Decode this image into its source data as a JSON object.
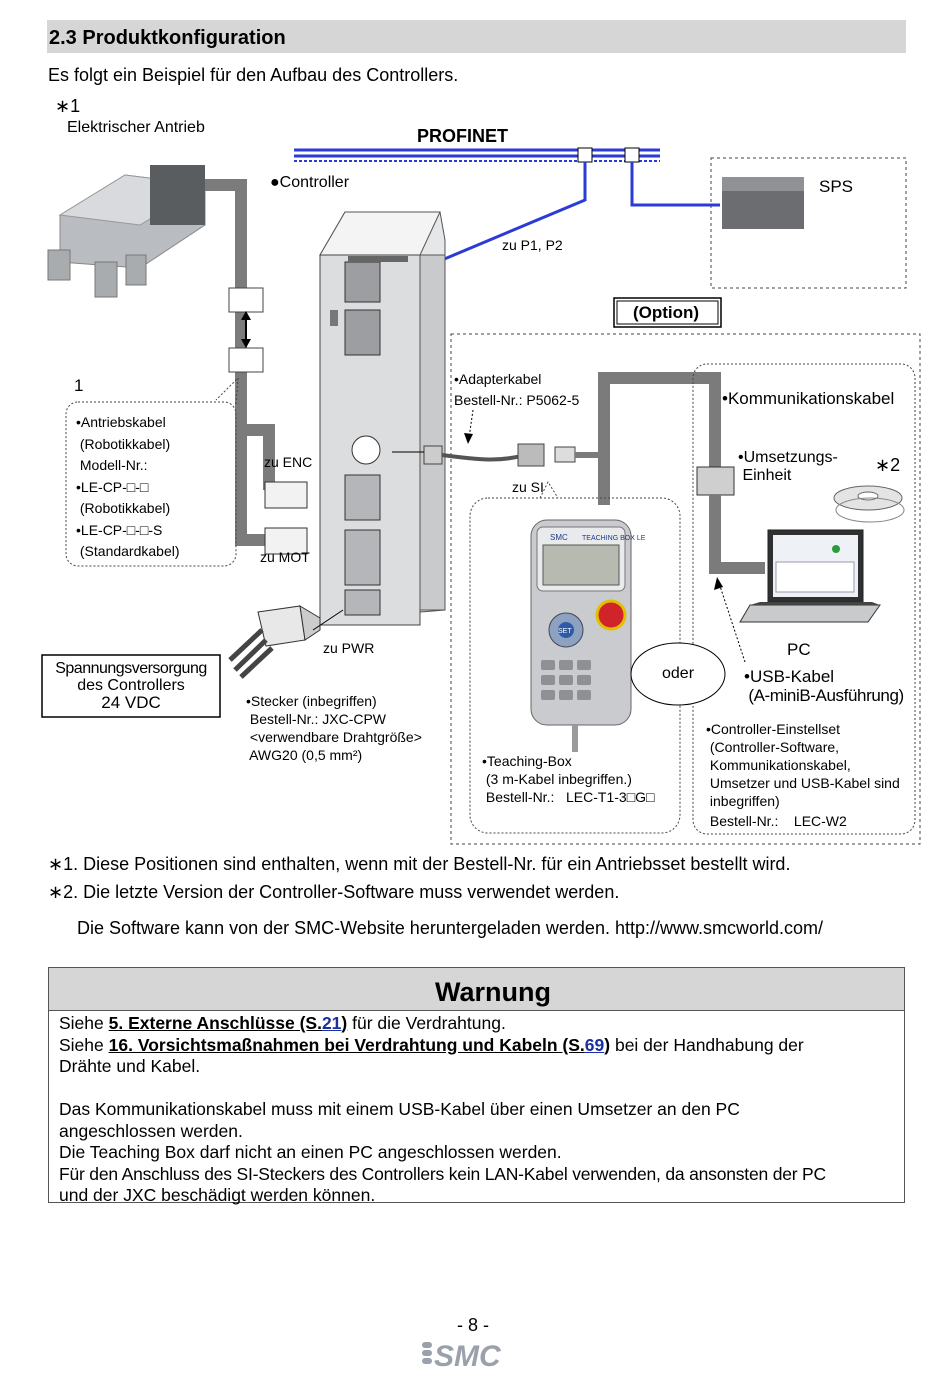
{
  "section": {
    "title": "2.3 Produktkonfiguration"
  },
  "intro": "Es folgt ein Beispiel für den Aufbau des Controllers.",
  "diagram": {
    "actuator_mark": "∗1",
    "actuator_label": "Elektrischer Antrieb",
    "network_label": "PROFINET",
    "controller_label": "●Controller",
    "plc_label": "SPS",
    "port_p1p2": "zu P1, P2",
    "option_label": "(Option)",
    "note_one": "1",
    "drive_cable_lines": [
      "•Antriebskabel",
      " (Robotikkabel)",
      " Modell-Nr.:",
      "•LE-CP-□-□",
      " (Robotikkabel)",
      "•LE-CP-□-□-S",
      " (Standardkabel)"
    ],
    "port_enc": "zu ENC",
    "port_mot": "zu MOT",
    "port_pwr": "zu PWR",
    "port_si": "zu SI",
    "adapter_cable_lines": [
      "•Adapterkabel",
      "Bestell-Nr.: P5062-5"
    ],
    "comm_cable": "•Kommunikationskabel",
    "converter_lines": [
      "•Umsetzungs-",
      " Einheit"
    ],
    "mark2": "∗2",
    "power_supply_lines": [
      "Spannungsversorgung",
      "des Controllers",
      "24 VDC"
    ],
    "plug_lines": [
      "•Stecker (inbegriffen)",
      " Bestell-Nr.: JXC-CPW",
      " <verwendbare Drahtgröße>",
      " AWG20 (0,5 mm²)"
    ],
    "teaching_box_lines": [
      "•Teaching-Box",
      " (3 m-Kabel inbegriffen.)",
      " Bestell-Nr.:   LEC-T1-3□G□"
    ],
    "or_label": "oder",
    "pc_label": "PC",
    "usb_cable_lines": [
      "•USB-Kabel",
      " (A-miniB-Ausführung)"
    ],
    "setup_lines": [
      "•Controller-Einstellset",
      " (Controller-Software,",
      " Kommunikationskabel,",
      " Umsetzer und USB-Kabel sind",
      " inbegriffen)",
      " Bestell-Nr.:    LEC-W2"
    ],
    "device_brand": "SMC",
    "device_title": "TEACHING BOX LE",
    "device_set": "SET"
  },
  "notes": [
    "∗1. Diese Positionen sind enthalten, wenn mit der Bestell-Nr. für ein Antriebsset bestellt wird.",
    "∗2. Die letzte Version der Controller-Software muss verwendet werden.",
    "Die Software kann von der SMC-Website heruntergeladen werden. http://www.smcworld.com/"
  ],
  "warning": {
    "title": "Warnung",
    "line1_pre": "Siehe ",
    "line1_link": "5. Externe Anschlüsse (S.",
    "line1_page": "21",
    "line1_close": ")",
    "line1_post": " für die Verdrahtung.",
    "line2_pre": "Siehe ",
    "line2_link": "16. Vorsichtsmaßnahmen bei Verdrahtung und Kabeln (S.",
    "line2_page": "69",
    "line2_close": ")",
    "line2_post": " bei der Handhabung der",
    "line3": "Drähte und Kabel.",
    "para2": [
      "Das Kommunikationskabel muss mit einem USB-Kabel über einen Umsetzer an den PC",
      "angeschlossen werden.",
      "Die Teaching Box darf nicht an einen PC angeschlossen werden.",
      "Für den Anschluss des SI-Steckers des Controllers kein LAN-Kabel verwenden, da ansonsten der PC",
      "und der JXC beschädigt werden können."
    ]
  },
  "footer": {
    "page": "- 8 -",
    "brand": "SMC"
  }
}
